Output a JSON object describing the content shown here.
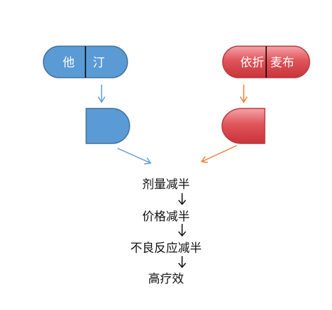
{
  "left_drug": {
    "part1": "他",
    "part2": "汀"
  },
  "right_drug": {
    "part1": "依折",
    "part2": "麦布"
  },
  "steps": [
    "剂量减半",
    "价格减半",
    "不良反应减半",
    "高疗效"
  ],
  "colors": {
    "left_fill": "#5b9bd5",
    "left_stroke": "#41719c",
    "left_arrow": "#5b9bd5",
    "right_fill": "#e0545a",
    "right_stroke": "#b83a40",
    "right_arrow": "#ed7d31",
    "text_arrow": "#111111"
  }
}
